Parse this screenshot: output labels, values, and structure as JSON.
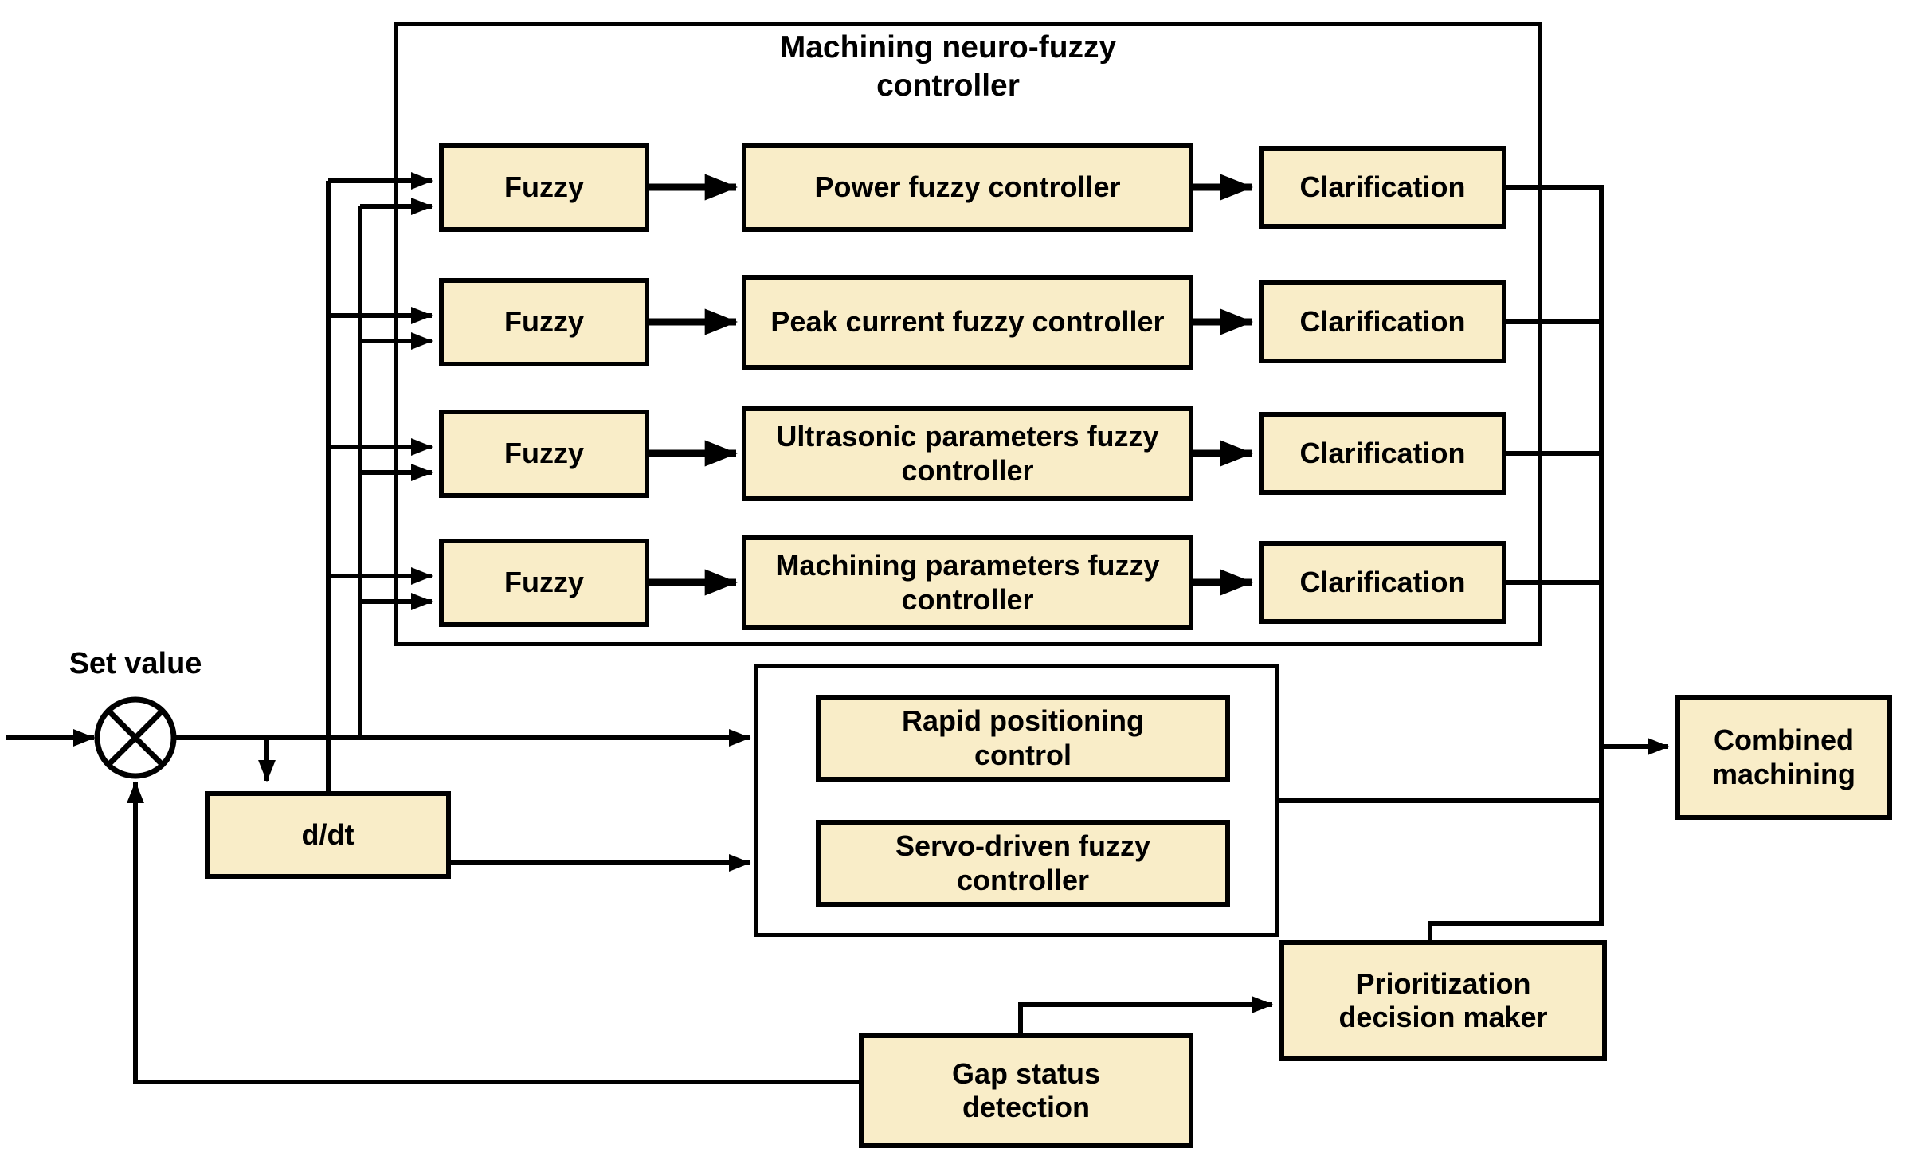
{
  "diagram_title": {
    "line1": "Machining neuro-fuzzy",
    "line2": "controller"
  },
  "left": {
    "set_value": "Set value",
    "derivative": "d/dt"
  },
  "rows": [
    {
      "fuzzy": "Fuzzy",
      "controller": "Power fuzzy controller",
      "clarification": "Clarification"
    },
    {
      "fuzzy": "Fuzzy",
      "controller": "Peak current fuzzy controller",
      "clarification": "Clarification"
    },
    {
      "fuzzy": "Fuzzy",
      "controller": "Ultrasonic parameters fuzzy controller",
      "clarification": "Clarification"
    },
    {
      "fuzzy": "Fuzzy",
      "controller": "Machining parameters fuzzy controller",
      "clarification": "Clarification"
    }
  ],
  "servo_group": {
    "rapid": "Rapid positioning control",
    "servo": "Servo-driven fuzzy controller"
  },
  "bottom": {
    "gap_status": "Gap status detection",
    "prioritization": "Prioritization decision maker"
  },
  "output": {
    "combined": "Combined machining"
  },
  "colors": {
    "box_fill": "#f9edc8",
    "line": "#000000",
    "background": "#ffffff"
  }
}
